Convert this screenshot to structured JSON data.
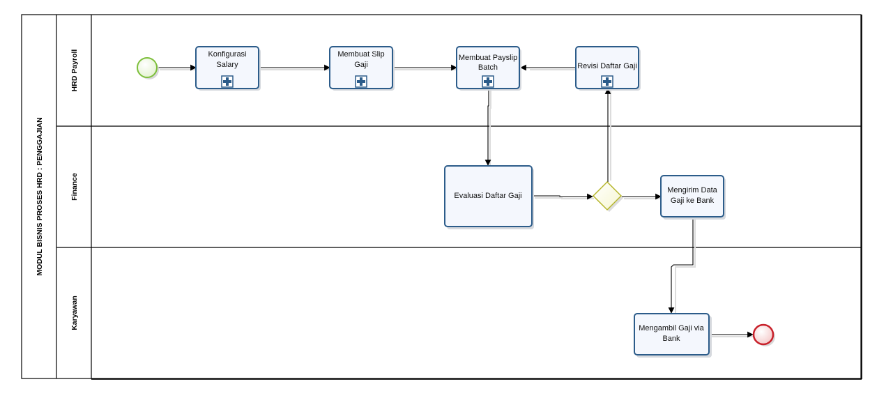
{
  "pool": {
    "title": "MODUL BISNIS PROSES HRD : PENGGAJIAN"
  },
  "lanes": [
    {
      "id": "hrd",
      "label": "HRD Payroll"
    },
    {
      "id": "finance",
      "label": "Finance"
    },
    {
      "id": "karyawan",
      "label": "Karyawan"
    }
  ],
  "tasks": {
    "konfigurasi": {
      "line1": "Konfigurasi",
      "line2": "Salary"
    },
    "membuat_slip": {
      "line1": "Membuat Slip",
      "line2": "Gaji"
    },
    "membuat_payslip": {
      "line1": "Membuat Payslip",
      "line2": "Batch"
    },
    "revisi": {
      "line1": "Revisi Daftar Gaji",
      "line2": ""
    },
    "evaluasi": {
      "line1": "Evaluasi Daftar Gaji",
      "line2": ""
    },
    "mengirim": {
      "line1": "Mengirim Data",
      "line2": "Gaji ke Bank"
    },
    "mengambil": {
      "line1": "Mengambil Gaji via",
      "line2": "Bank"
    }
  },
  "colors": {
    "task_border": "#2c5c8a",
    "task_fill": "#f4f7fd",
    "start_event": "#7dbf3b",
    "end_event": "#c8202a",
    "gateway": "#b5b52a"
  }
}
